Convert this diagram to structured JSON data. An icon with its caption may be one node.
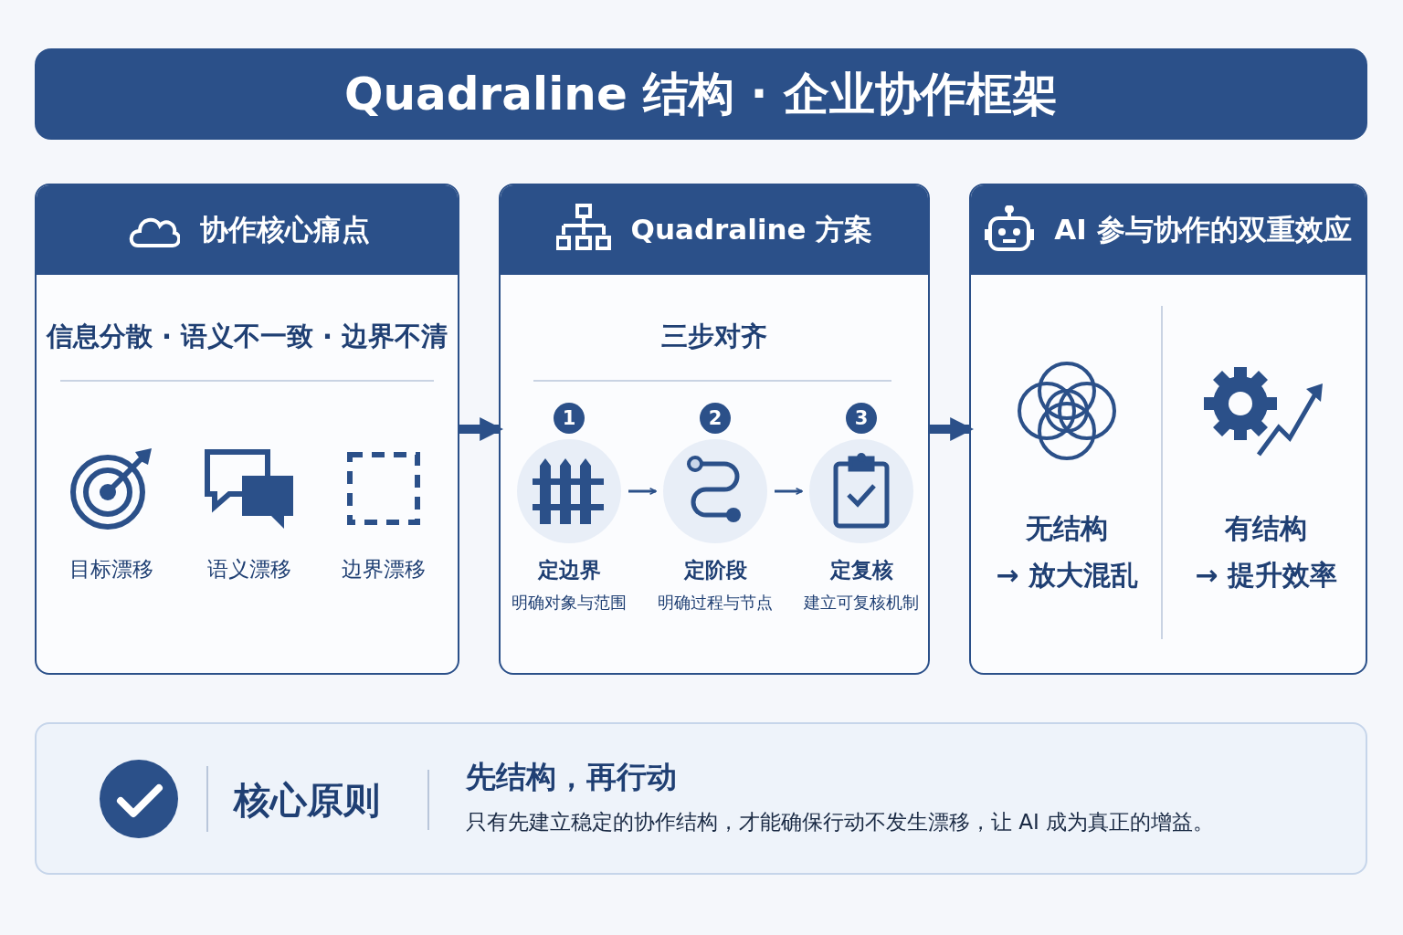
{
  "diagram": {
    "title": "Quadraline 结构 · 企业协作框架",
    "nodes": [
      {
        "text": [
          "协作核心痛点",
          "信息分散 · 语义不一致 · 边界不清"
        ]
      },
      {
        "text": [
          "目标漂移"
        ],
        "in": 0
      },
      {
        "text": [
          "语义漂移"
        ],
        "in": 0
      },
      {
        "text": [
          "边界漂移"
        ],
        "in": 0
      },
      {
        "text": [
          "Quadraline 方案",
          "三步对齐"
        ]
      },
      {
        "text": [
          "定边界",
          "明确对象与范围"
        ],
        "in": 4,
        "beside": [
          "1"
        ]
      },
      {
        "text": [
          "定阶段",
          "明确过程与节点"
        ],
        "in": 4,
        "beside": [
          "2"
        ]
      },
      {
        "text": [
          "定复核",
          "建立可复核机制"
        ],
        "in": 4,
        "beside": [
          "3"
        ]
      },
      {
        "text": [
          "AI 参与协作的双重效应"
        ]
      },
      {
        "text": [
          "无结构",
          "→ 放大混乱"
        ],
        "in": 8
      },
      {
        "text": [
          "有结构",
          "→ 提升效率"
        ],
        "in": 8
      },
      {
        "text": [
          "核心原则",
          "先结构，再行动",
          "只有先建立稳定的协作结构，才能确保行动不发生漂移，让 AI 成为真正的增益。"
        ]
      }
    ],
    "edges": [
      {
        "from": 0,
        "to": 4,
        "arrow": "to",
        "style": "thick"
      },
      {
        "from": 4,
        "to": 8,
        "arrow": "to",
        "style": "thick"
      },
      {
        "from": 5,
        "to": 6,
        "arrow": "to"
      },
      {
        "from": 6,
        "to": 7,
        "arrow": "to"
      }
    ]
  }
}
